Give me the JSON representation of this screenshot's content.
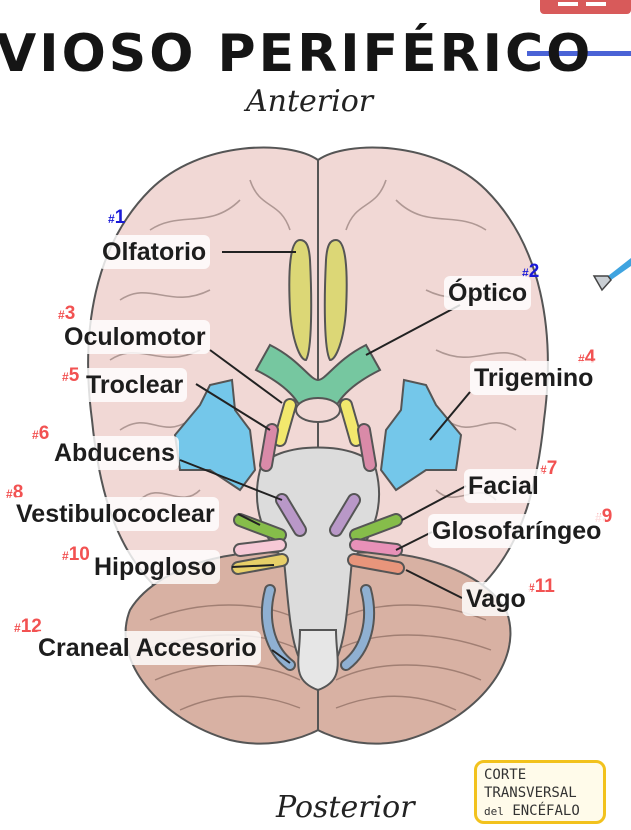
{
  "title": "VIOSO PERIFÉRICO",
  "orientation": {
    "anterior": "Anterior",
    "posterior": "Posterior"
  },
  "colors": {
    "brain": "#f1d8d5",
    "cerebellum": "#d8b1a3",
    "olfactory": "#dcd776",
    "optic": "#76c7a0",
    "oculomotor": "#f2e86d",
    "trochlear": "#d98aa8",
    "trigeminal": "#74c7ea",
    "abducens": "#b998c8",
    "facial": "#86bd4a",
    "vestibulocochlear": "#f6c9d6",
    "glossopharyngeal": "#e891b8",
    "vagus": "#e8957b",
    "hypoglossal": "#e7cf68",
    "accessory": "#8fb0d2",
    "number_red": "#f25252",
    "number_blue": "#1a1ad8"
  },
  "labels": [
    {
      "id": "olfatorio",
      "text": "Olfatorio",
      "num": "1",
      "hash": "#",
      "num_color": "blue"
    },
    {
      "id": "optico",
      "text": "Óptico",
      "num": "2",
      "hash": "#",
      "num_color": "blue"
    },
    {
      "id": "oculomotor",
      "text": "Oculomotor",
      "num": "3",
      "hash": "#",
      "num_color": "red"
    },
    {
      "id": "trigemino",
      "text": "Trigemino",
      "num": "4",
      "hash": "#",
      "num_color": "red"
    },
    {
      "id": "troclear",
      "text": "Troclear",
      "num": "5",
      "hash": "#",
      "num_color": "red"
    },
    {
      "id": "abducens",
      "text": "Abducens",
      "num": "6",
      "hash": "#",
      "num_color": "red"
    },
    {
      "id": "facial",
      "text": "Facial",
      "num": "7",
      "hash": "#",
      "num_color": "red"
    },
    {
      "id": "vestibulococlear",
      "text": "Vestibulococlear",
      "num": "8",
      "hash": "#",
      "num_color": "red"
    },
    {
      "id": "glosofaringeo",
      "text": "Glosofaríngeo",
      "num": "9",
      "hash": "#",
      "num_color": "red"
    },
    {
      "id": "hipogloso",
      "text": "Hipogloso",
      "num": "10",
      "hash": "#",
      "num_color": "red"
    },
    {
      "id": "vago",
      "text": "Vago",
      "num": "11",
      "hash": "#",
      "num_color": "red"
    },
    {
      "id": "accesorio",
      "text": "Craneal Accesorio",
      "num": "12",
      "hash": "#",
      "num_color": "red"
    }
  ],
  "badge": {
    "line1": "CORTE",
    "line2": "TRANSVERSAL",
    "line3_prefix": "del",
    "line3": "ENCÉFALO"
  },
  "icons": {
    "top_right": "book-icon",
    "right_edge": "scalpel-icon"
  }
}
